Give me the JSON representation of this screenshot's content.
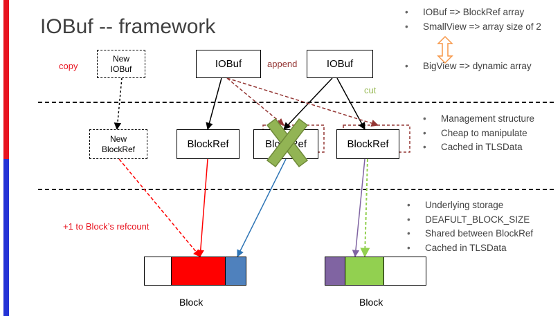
{
  "title": "IOBuf -- framework",
  "top_bullets": [
    "IOBuf => BlockRef array",
    "SmallView => array size of 2",
    "BigView => dynamic array"
  ],
  "mid_bullets": [
    "Management structure",
    "Cheap to manipulate",
    "Cached in TLSData"
  ],
  "bottom_bullets": [
    "Underlying storage",
    "DEAFULT_BLOCK_SIZE",
    "Shared between BlockRef",
    "Cached in TLSData"
  ],
  "labels": {
    "copy": "copy",
    "append": "append",
    "cut": "cut",
    "refcount": "+1 to Block’s refcount"
  },
  "boxes": {
    "new_iobuf": [
      "New",
      "IOBuf"
    ],
    "new_blockref": [
      "New",
      "BlockRef"
    ],
    "iobuf_left": "IOBuf",
    "iobuf_right": "IOBuf",
    "blockref_1": "BlockRef",
    "blockref_2": "BlockRef",
    "blockref_3": "BlockRef"
  },
  "block_label_left": "Block",
  "block_label_right": "Block",
  "colors": {
    "red": "#ff0000",
    "blue": "#4f81bd",
    "purple": "#8064a2",
    "green": "#92d050",
    "dark_red": "#943634",
    "olive_green": "#9bbb59",
    "orange": "#f79646"
  }
}
